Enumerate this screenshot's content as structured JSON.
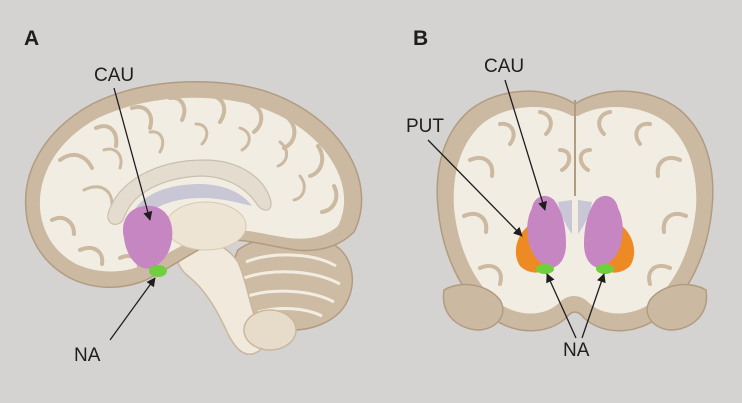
{
  "panels": {
    "a": {
      "letter": "A",
      "labels": {
        "cau": "CAU",
        "na": "NA"
      }
    },
    "b": {
      "letter": "B",
      "labels": {
        "cau": "CAU",
        "put": "PUT",
        "na": "NA"
      }
    }
  },
  "colors": {
    "background": "#d4d3d1",
    "cortex": "#cbb9a1",
    "white_matter": "#f2ede2",
    "caudate": "#c586c2",
    "putamen": "#ee8a23",
    "nucleus_accumbens": "#6fcf3f"
  }
}
